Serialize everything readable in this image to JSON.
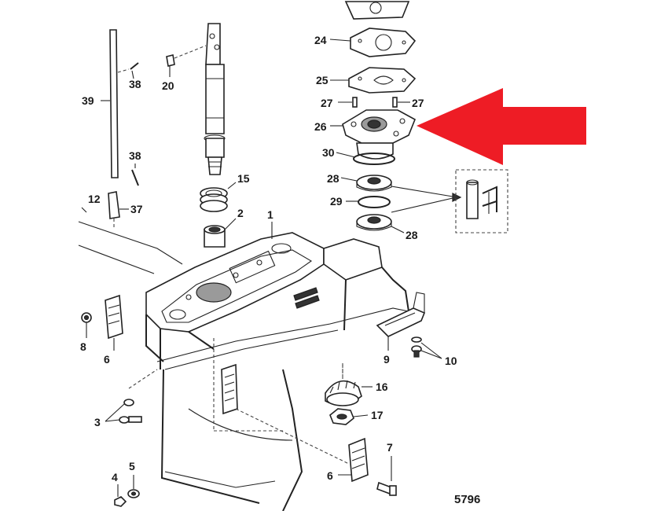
{
  "diagram": {
    "reference_number": "5796",
    "arrow_color": "#ee1c25",
    "callouts": [
      {
        "id": "c24",
        "text": "24"
      },
      {
        "id": "c25",
        "text": "25"
      },
      {
        "id": "c27a",
        "text": "27"
      },
      {
        "id": "c27b",
        "text": "27"
      },
      {
        "id": "c26",
        "text": "26"
      },
      {
        "id": "c30",
        "text": "30"
      },
      {
        "id": "c28a",
        "text": "28"
      },
      {
        "id": "c29",
        "text": "29"
      },
      {
        "id": "c28b",
        "text": "28"
      },
      {
        "id": "c39",
        "text": "39"
      },
      {
        "id": "c38a",
        "text": "38"
      },
      {
        "id": "c20",
        "text": "20"
      },
      {
        "id": "c38b",
        "text": "38"
      },
      {
        "id": "c15",
        "text": "15"
      },
      {
        "id": "c12",
        "text": "12"
      },
      {
        "id": "c37",
        "text": "37"
      },
      {
        "id": "c2",
        "text": "2"
      },
      {
        "id": "c1",
        "text": "1"
      },
      {
        "id": "c8",
        "text": "8"
      },
      {
        "id": "c6a",
        "text": "6"
      },
      {
        "id": "c9",
        "text": "9"
      },
      {
        "id": "c10",
        "text": "10"
      },
      {
        "id": "c16",
        "text": "16"
      },
      {
        "id": "c17",
        "text": "17"
      },
      {
        "id": "c3",
        "text": "3"
      },
      {
        "id": "c7",
        "text": "7"
      },
      {
        "id": "c5",
        "text": "5"
      },
      {
        "id": "c4",
        "text": "4"
      },
      {
        "id": "c6b",
        "text": "6"
      }
    ]
  }
}
